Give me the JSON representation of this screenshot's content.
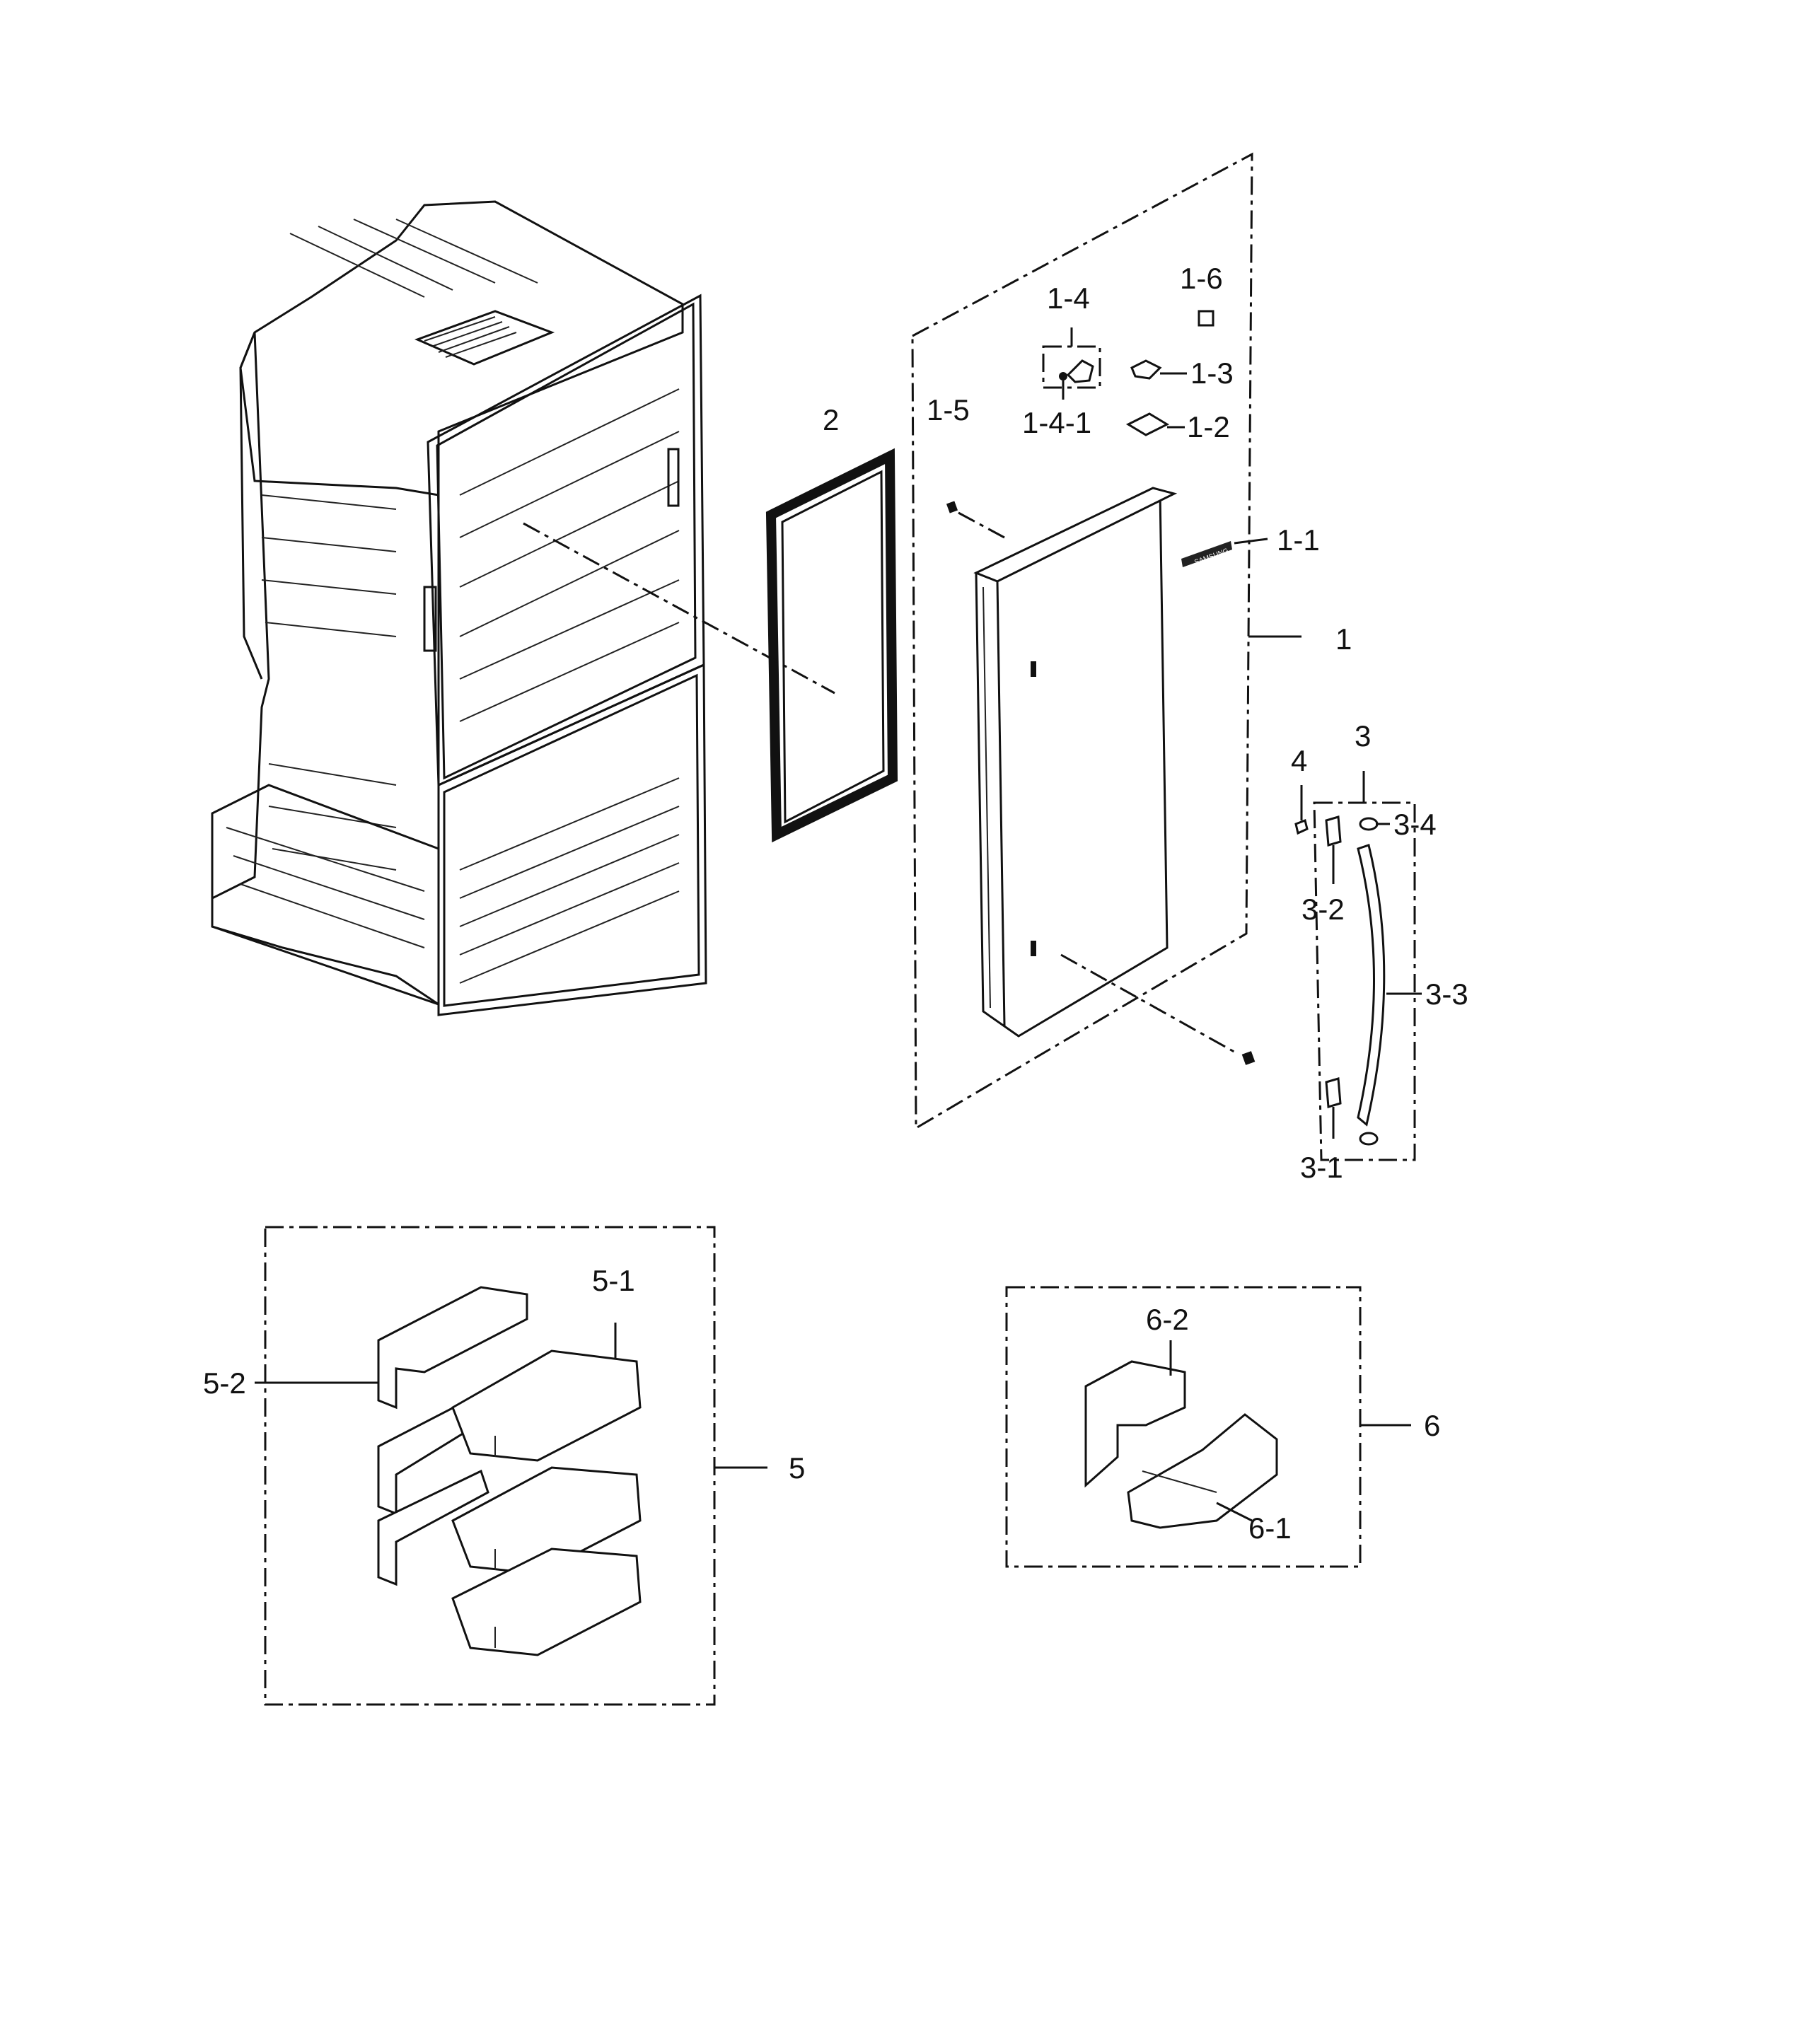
{
  "labels": {
    "p1": "1",
    "p1_1": "1-1",
    "p1_2": "1-2",
    "p1_3": "1-3",
    "p1_4": "1-4",
    "p1_4_1": "1-4-1",
    "p1_5": "1-5",
    "p1_6": "1-6",
    "p2": "2",
    "p3": "3",
    "p3_1": "3-1",
    "p3_2": "3-2",
    "p3_3": "3-3",
    "p3_4": "3-4",
    "p4": "4",
    "p5": "5",
    "p5_1": "5-1",
    "p5_2": "5-2",
    "p6": "6",
    "p6_1": "6-1",
    "p6_2": "6-2"
  },
  "logo_text": "SAMSUNG"
}
